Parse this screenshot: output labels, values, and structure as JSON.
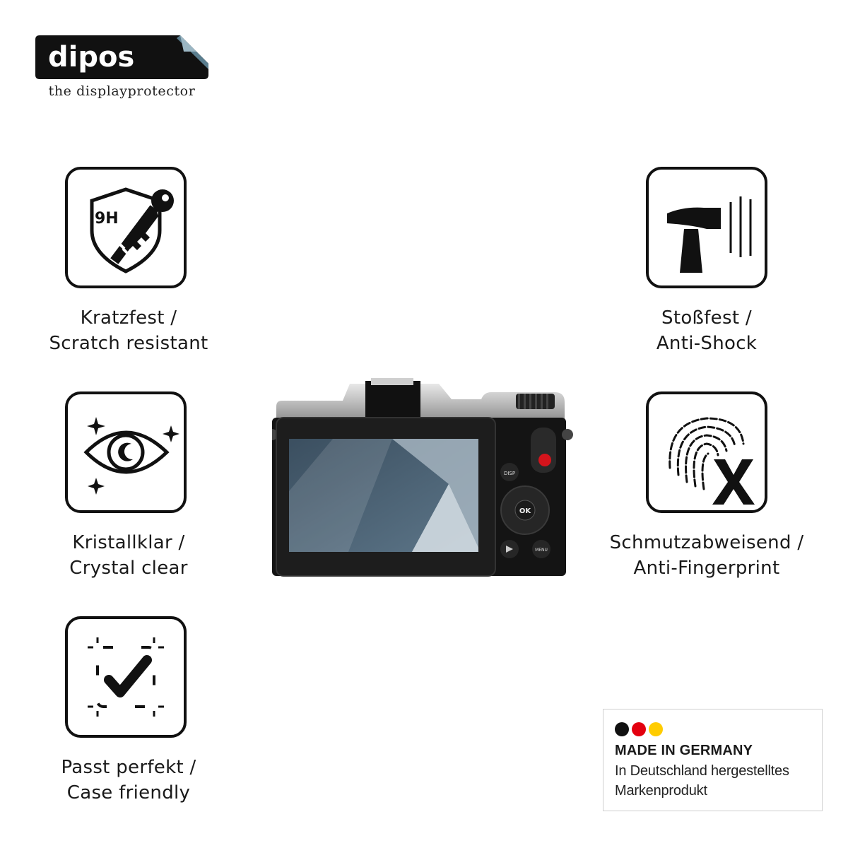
{
  "brand": {
    "logo_text": "dipos",
    "tagline": "the displayprotector"
  },
  "features": {
    "scratch": {
      "icon": "shield-key-9h-icon",
      "badge_text": "9H",
      "line1": "Kratzfest /",
      "line2": "Scratch resistant"
    },
    "shock": {
      "icon": "hammer-impact-icon",
      "line1": "Stoßfest /",
      "line2": "Anti-Shock"
    },
    "clear": {
      "icon": "eye-sparkle-icon",
      "line1": "Kristallklar /",
      "line2": "Crystal clear"
    },
    "fingerprint": {
      "icon": "fingerprint-x-icon",
      "line1": "Schmutzabweisend /",
      "line2": "Anti-Fingerprint"
    },
    "fit": {
      "icon": "checkmark-frame-icon",
      "line1": "Passt perfekt /",
      "line2": "Case friendly"
    }
  },
  "camera": {
    "buttons": {
      "disp": "DISP",
      "ok": "OK",
      "menu": "MENU"
    }
  },
  "made_in": {
    "flag_colors": [
      "#111111",
      "#e3000f",
      "#ffcc00"
    ],
    "title": "MADE IN GERMANY",
    "line1": "In Deutschland hergestelltes",
    "line2": "Markenprodukt"
  }
}
